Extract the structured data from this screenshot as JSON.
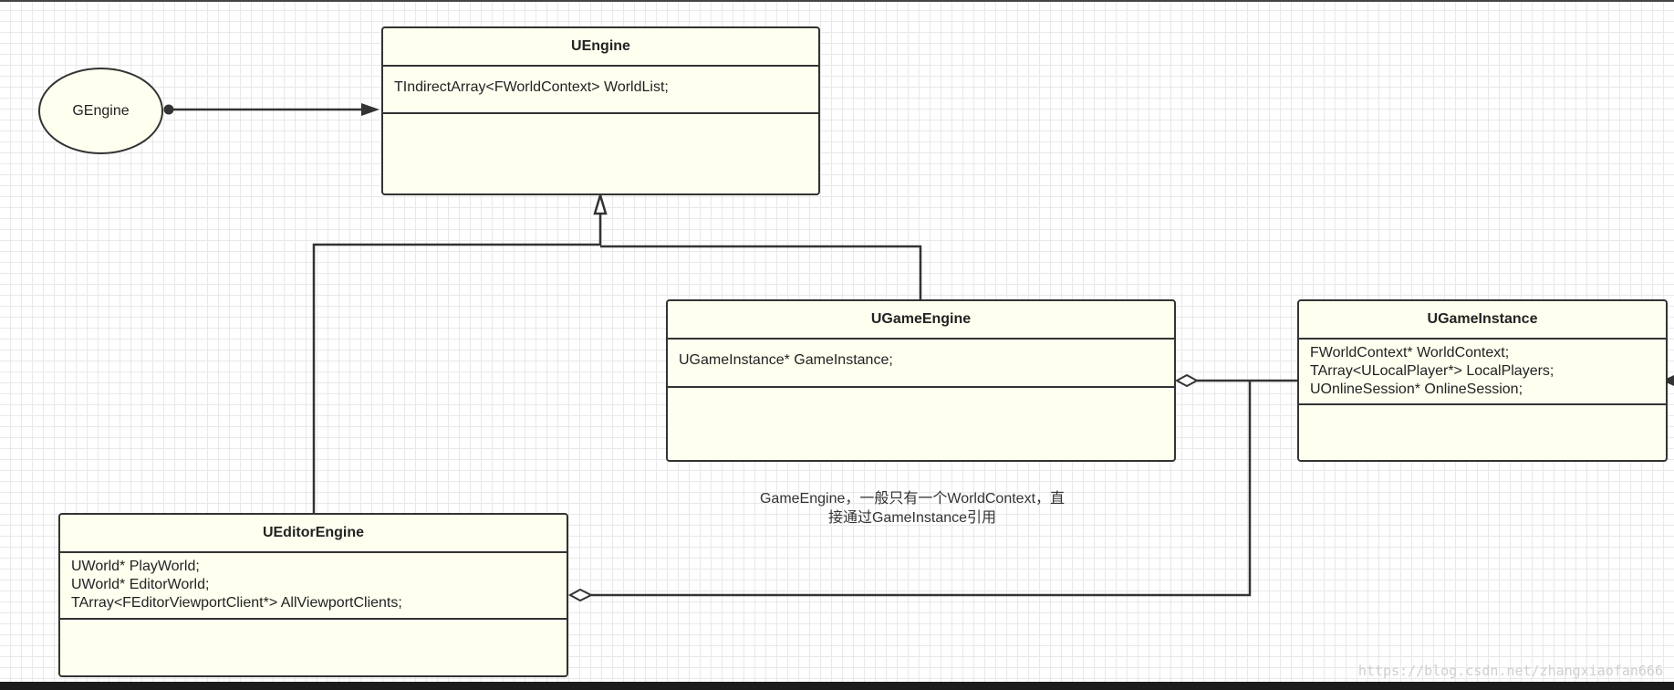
{
  "nodes": {
    "gengine": {
      "label": "GEngine"
    },
    "uengine": {
      "title": "UEngine",
      "attributes": [
        "TIndirectArray<FWorldContext> WorldList;"
      ]
    },
    "ugameengine": {
      "title": "UGameEngine",
      "attributes": [
        "UGameInstance* GameInstance;"
      ]
    },
    "ugameinstance": {
      "title": "UGameInstance",
      "attributes": [
        "FWorldContext* WorldContext;",
        "TArray<ULocalPlayer*> LocalPlayers;",
        "UOnlineSession* OnlineSession;"
      ]
    },
    "ueditorengine": {
      "title": "UEditorEngine",
      "attributes": [
        "UWorld* PlayWorld;",
        "UWorld* EditorWorld;",
        "TArray<FEditorViewportClient*> AllViewportClients;"
      ]
    }
  },
  "note": {
    "line1": "GameEngine，一般只有一个WorldContext，直",
    "line2": "接通过GameInstance引用"
  },
  "watermark": "https://blog.csdn.net/zhangxiaofan666",
  "colors": {
    "box_fill": "#fffff0",
    "line": "#333333",
    "grid": "#e9e9e9"
  }
}
